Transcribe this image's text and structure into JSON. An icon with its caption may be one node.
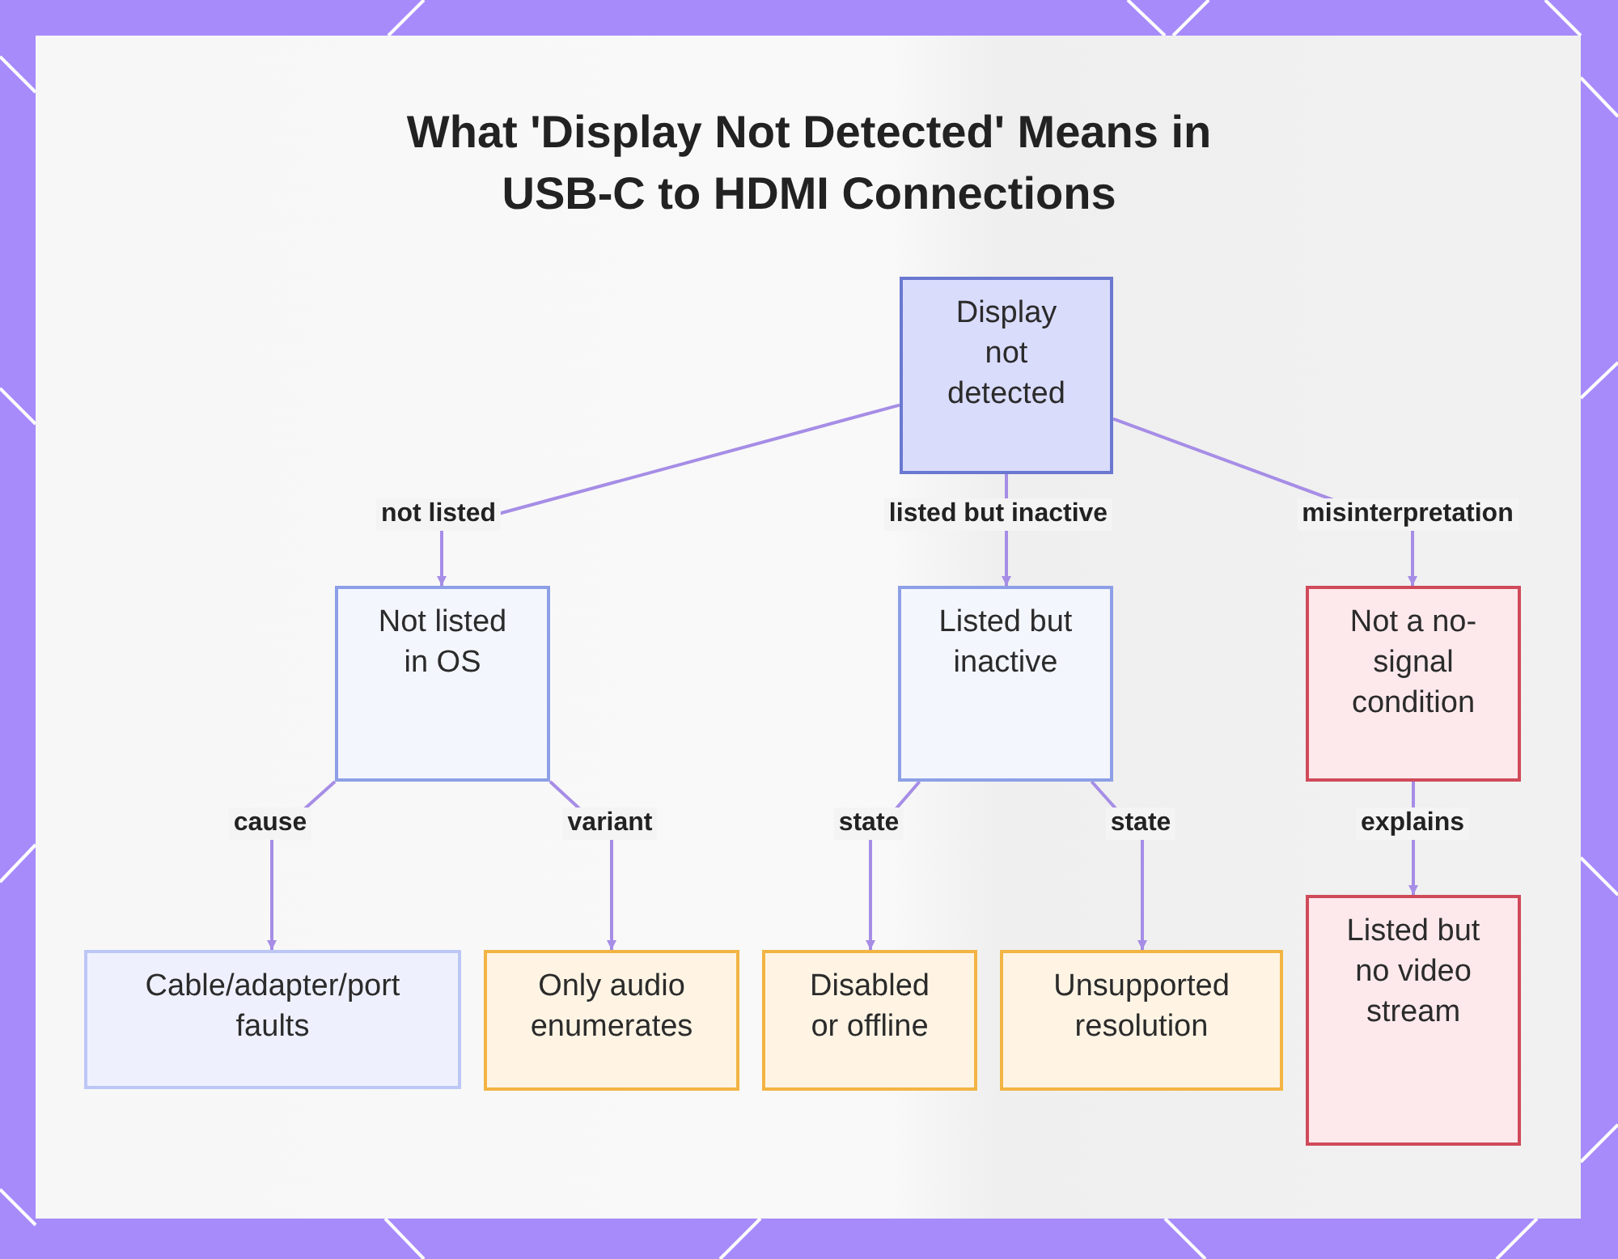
{
  "diagram": {
    "title": "What 'Display Not Detected' Means in USB-C to HDMI Connections",
    "nodes": [
      {
        "text": [
          "Display not detected"
        ]
      },
      {
        "text": [
          "Not listed in OS"
        ]
      },
      {
        "text": [
          "Listed but inactive"
        ]
      },
      {
        "text": [
          "Not a no-signal condition"
        ]
      },
      {
        "text": [
          "Cable/adapter/port faults"
        ]
      },
      {
        "text": [
          "Only audio enumerates"
        ]
      },
      {
        "text": [
          "Disabled or offline"
        ]
      },
      {
        "text": [
          "Unsupported resolution"
        ]
      },
      {
        "text": [
          "Listed but no video stream"
        ]
      }
    ],
    "edges": [
      {
        "from": 0,
        "to": 1,
        "arrow": "to",
        "label": "not listed"
      },
      {
        "from": 0,
        "to": 2,
        "arrow": "to",
        "label": "listed but inactive"
      },
      {
        "from": 0,
        "to": 3,
        "arrow": "to",
        "label": "misinterpretation"
      },
      {
        "from": 1,
        "to": 4,
        "arrow": "to",
        "label": "cause"
      },
      {
        "from": 1,
        "to": 5,
        "arrow": "to",
        "label": "variant"
      },
      {
        "from": 2,
        "to": 6,
        "arrow": "to",
        "label": "state"
      },
      {
        "from": 2,
        "to": 7,
        "arrow": "to",
        "label": "state"
      },
      {
        "from": 3,
        "to": 8,
        "arrow": "to",
        "label": "explains"
      }
    ]
  }
}
